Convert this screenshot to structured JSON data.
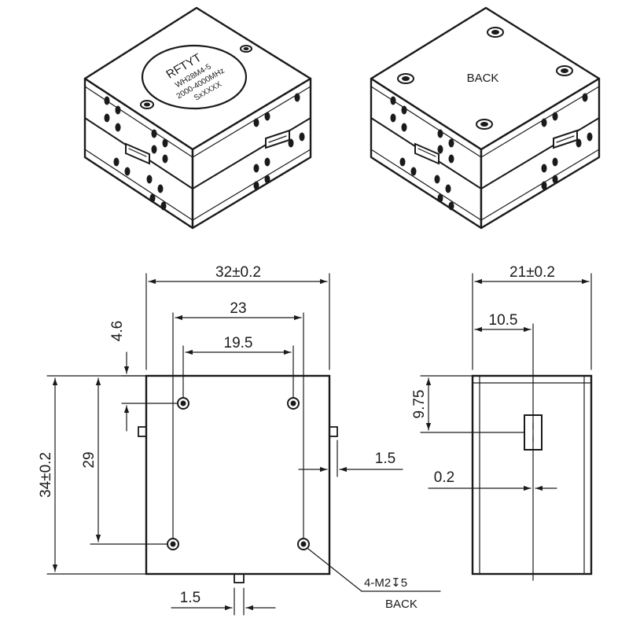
{
  "label": {
    "logo_brand": "RFTYT",
    "logo_line1": "WH28M4-5",
    "logo_line2": "2000-4000MHz",
    "logo_line3": "SxXXXX",
    "back_top": "BACK",
    "back_note": "BACK",
    "thread_note": "4-M2↧5"
  },
  "dims": {
    "width": "32±0.2",
    "hole_span_outer": "23",
    "hole_span_inner": "19.5",
    "offset_top": "4.6",
    "height": "34±0.2",
    "hole_vertical": "29",
    "pin_side": "1.5",
    "pin_bottom": "1.5",
    "depth": "21±0.2",
    "port_center": "10.5",
    "port_height": "9.75",
    "port_offset": "0.2"
  }
}
